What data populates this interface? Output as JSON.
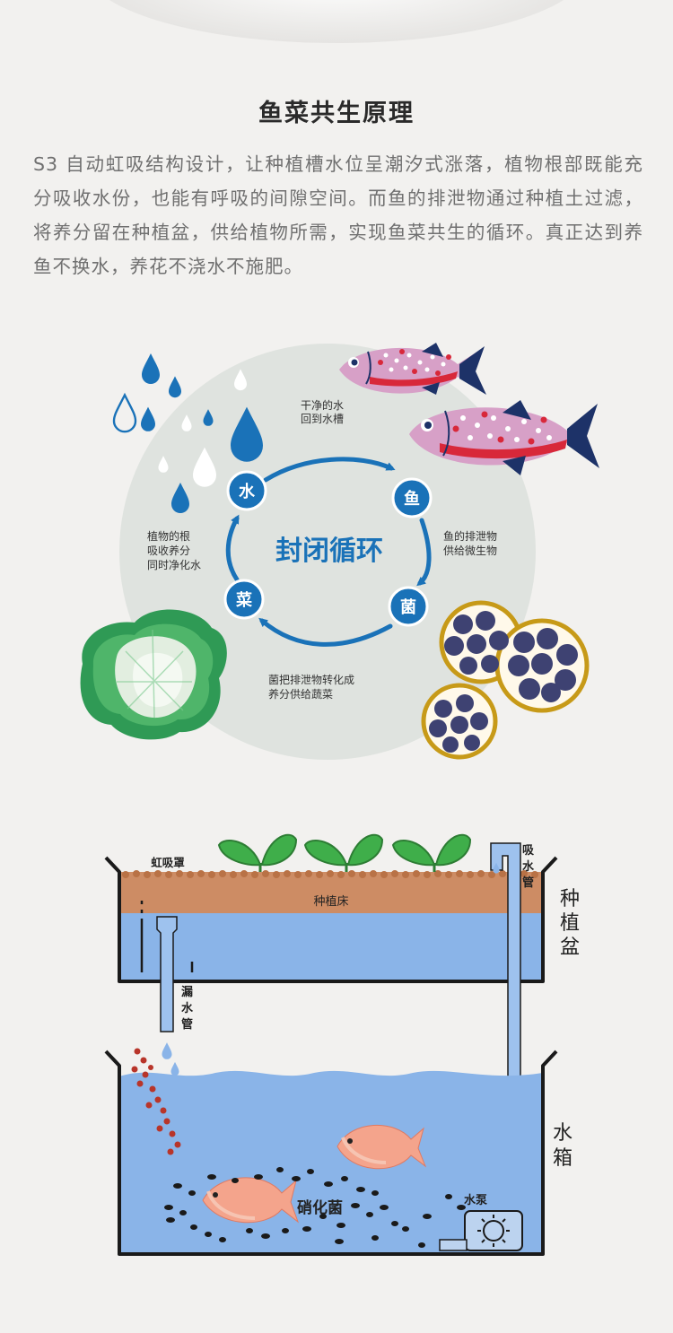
{
  "header": {
    "title": "鱼菜共生原理",
    "description": "S3 自动虹吸结构设计，让种植槽水位呈潮汐式涨落，植物根部既能充分吸收水份，也能有呼吸的间隙空间。而鱼的排泄物通过种植土过滤，将养分留在种植盆，供给植物所需，实现鱼菜共生的循环。真正达到养鱼不换水，养花不浇水不施肥。"
  },
  "cycle": {
    "center_label": "封闭循环",
    "nodes": {
      "water": "水",
      "fish": "鱼",
      "bacteria": "菌",
      "vegetable": "菜"
    },
    "notes": {
      "clean_water": [
        "干净的水",
        "回到水槽"
      ],
      "fish_waste": [
        "鱼的排泄物",
        "供给微生物"
      ],
      "bacteria_convert": [
        "菌把排泄物转化成",
        "养分供给蔬菜"
      ],
      "plant_roots": [
        "植物的根",
        "吸收养分",
        "同时净化水"
      ]
    },
    "colors": {
      "accent": "#1a72b8",
      "circle_bg": "#dfe3df"
    }
  },
  "system": {
    "siphon_label": "虹吸罩",
    "suction_pipe_label": [
      "吸",
      "水",
      "管"
    ],
    "bed_label": "种植床",
    "pot_label": [
      "种",
      "植",
      "盆"
    ],
    "drain_pipe_label": [
      "漏",
      "水",
      "管"
    ],
    "tank_label": [
      "水",
      "箱"
    ],
    "bacteria_label": "硝化菌",
    "pump_label": "水泵",
    "colors": {
      "soil": "#cd8c64",
      "water": "#8ab4e8",
      "leaf": "#3fae4a"
    }
  }
}
